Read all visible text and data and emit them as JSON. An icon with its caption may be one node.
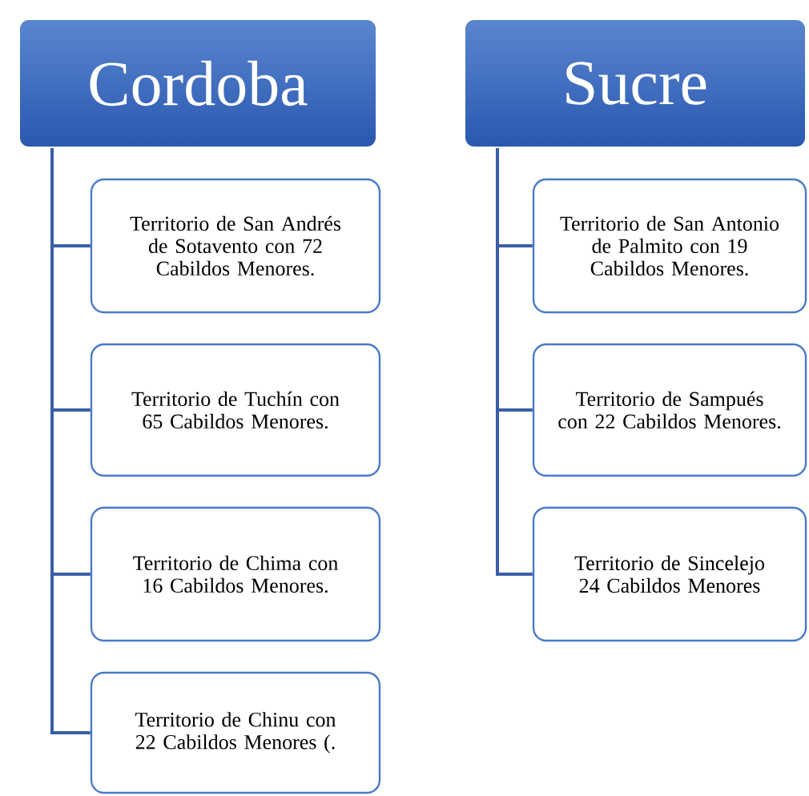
{
  "diagram": {
    "nodes": [
      {
        "text": [
          "Cordoba"
        ]
      },
      {
        "text": [
          "Territorio de San Andrés de Sotavento con 72 Cabildos Menores."
        ]
      },
      {
        "text": [
          "Territorio de Tuchín con 65 Cabildos Menores."
        ]
      },
      {
        "text": [
          "Territorio de Chima con 16 Cabildos Menores."
        ]
      },
      {
        "text": [
          "Territorio de Chinu con 22 Cabildos Menores (."
        ]
      },
      {
        "text": [
          "Sucre"
        ]
      },
      {
        "text": [
          "Territorio de San Antonio de Palmito con 19 Cabildos Menores."
        ]
      },
      {
        "text": [
          "Territorio de Sampués con 22 Cabildos Menores."
        ]
      },
      {
        "text": [
          "Territorio de Sincelejo 24 Cabildos Menores"
        ]
      }
    ],
    "edges": [
      {
        "from": 0,
        "to": 1,
        "arrow": "none"
      },
      {
        "from": 0,
        "to": 2,
        "arrow": "none"
      },
      {
        "from": 0,
        "to": 3,
        "arrow": "none"
      },
      {
        "from": 0,
        "to": 4,
        "arrow": "none"
      },
      {
        "from": 5,
        "to": 6,
        "arrow": "none"
      },
      {
        "from": 5,
        "to": 7,
        "arrow": "none"
      },
      {
        "from": 5,
        "to": 8,
        "arrow": "none"
      }
    ]
  }
}
